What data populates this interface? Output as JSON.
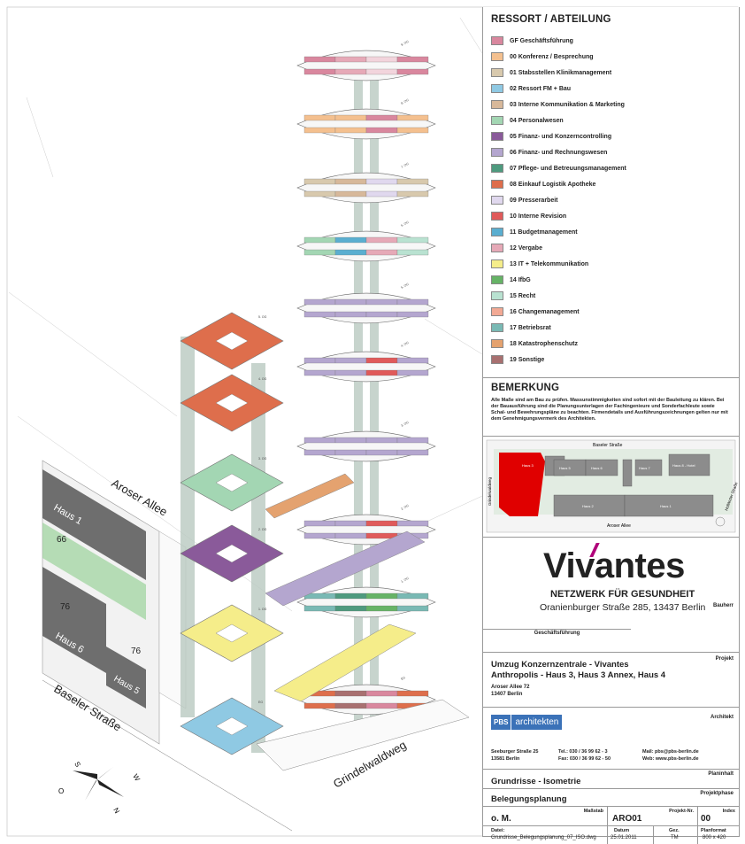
{
  "legend": {
    "title": "RESSORT / ABTEILUNG",
    "items": [
      {
        "label": "GF Geschäftsführung",
        "color": "#d9879e"
      },
      {
        "label": "00 Konferenz / Besprechung",
        "color": "#f4c08f"
      },
      {
        "label": "01 Stabsstellen Klinikmanagement",
        "color": "#d8c9ad"
      },
      {
        "label": "02 Ressort FM + Bau",
        "color": "#8fc9e3"
      },
      {
        "label": "03 Interne Kommunikation & Marketing",
        "color": "#d7b89a"
      },
      {
        "label": "04 Personalwesen",
        "color": "#a3d6b3"
      },
      {
        "label": "05 Finanz- und Konzerncontrolling",
        "color": "#8a5a9a"
      },
      {
        "label": "06 Finanz- und Rechnungswesen",
        "color": "#b4a6cf"
      },
      {
        "label": "07 Pflege- und Betreuungsmanagement",
        "color": "#4e9a7e"
      },
      {
        "label": "08 Einkauf Logistik Apotheke",
        "color": "#de6e4c"
      },
      {
        "label": "09 Presserarbeit",
        "color": "#e0d8ee"
      },
      {
        "label": "10 Interne Revision",
        "color": "#e05a5a"
      },
      {
        "label": "11 Budgetmanagement",
        "color": "#5aaed0"
      },
      {
        "label": "12 Vergabe",
        "color": "#e6a9b7"
      },
      {
        "label": "13 IT + Telekommunikation",
        "color": "#f5ed8a"
      },
      {
        "label": "14 IfbG",
        "color": "#66b366"
      },
      {
        "label": "15 Recht",
        "color": "#b9e2d1"
      },
      {
        "label": "16 Changemanagement",
        "color": "#f2a994"
      },
      {
        "label": "17 Betriebsrat",
        "color": "#79b9b4"
      },
      {
        "label": "18 Katastrophenschutz",
        "color": "#e4a26f"
      },
      {
        "label": "19 Sonstige",
        "color": "#a87070"
      }
    ]
  },
  "remark": {
    "title": "BEMERKUNG",
    "text": "Alle Maße sind am Bau zu prüfen. Massunstimmigkeiten sind sofort mit der Bauleitung zu klären. Bei der Bauausführung sind die Planungsunterlagen der Fachingenieure und Sonderfachleute sowie Schal- und Bewehrungspläne zu beachten. Firmendetails und Ausführungszeichnungen gelten nur mit dem Genehmigungsvermerk des Architekten."
  },
  "siteplan": {
    "street_top": "Baseler Straße",
    "street_bottom": "Aroser Allee",
    "street_left": "Grindelwaldweg",
    "street_right": "Holländer Straße",
    "houses": [
      "Haus 3",
      "Haus 5",
      "Haus 6",
      "Haus 7",
      "Haus 8 - Hotel",
      "Haus 2",
      "Haus 1"
    ]
  },
  "client": {
    "logo": "Vivantes",
    "tagline": "NETZWERK FÜR GESUNDHEIT",
    "address": "Oranienburger Straße 285, 13437 Berlin",
    "role_label": "Bauherr",
    "mgmt_label": "Geschäftsführung"
  },
  "project": {
    "label": "Projekt",
    "line1": "Umzug Konzernzentrale - Vivantes",
    "line2": "Anthropolis - Haus 3, Haus 3 Annex, Haus 4",
    "addr1": "Aroser Allee 72",
    "addr2": "13407 Berlin"
  },
  "architect": {
    "label": "Architekt",
    "logo_box": "PBS",
    "logo_text": "architekten",
    "street": "Seeburger Straße 25",
    "city": "13581 Berlin",
    "tel": "Tel.: 030 / 36 99 62 - 3",
    "fax": "Fax: 030 / 36 99 62 - 50",
    "mail": "Mail: pbs@pbs-berlin.de",
    "web": "Web: www.pbs-berlin.de"
  },
  "plan": {
    "content_label": "Planinhalt",
    "content": "Grundrisse - Isometrie",
    "phase_label": "Projektphase",
    "phase": "Belegungsplanung",
    "scale_label": "Maßstab",
    "scale": "o. M.",
    "project_no_label": "Projekt-Nr.",
    "project_no": "ARO01",
    "index_label": "Index",
    "index": "00",
    "file_label": "Datei:",
    "file": "Grundrisse_Belegungsplanung_07_ISO.dwg",
    "date_label": "Datum",
    "date": "25.01.2011",
    "drawn_label": "Gez.",
    "drawn": "TM",
    "format_label": "Planformat",
    "format": "800 x 420"
  },
  "drawing": {
    "street_aroser": "Aroser Allee",
    "street_baseler": "Baseler Straße",
    "street_grindel": "Grindelwaldweg",
    "haus1": "Haus 1",
    "haus5": "Haus 5",
    "haus6": "Haus 6",
    "n66": "66",
    "n76a": "76",
    "n76b": "76",
    "compass_o": "O",
    "compass_w": "W",
    "compass_n": "N",
    "compass_s": "S"
  },
  "towers": {
    "haus3": [
      {
        "label": "9. OG",
        "colors": [
          "#d9879e",
          "#e6a9b7",
          "#f2d4dc",
          "#d9879e"
        ]
      },
      {
        "label": "8. OG",
        "colors": [
          "#f4c08f",
          "#f4c08f",
          "#d9879e",
          "#f4c08f"
        ]
      },
      {
        "label": "7. OG",
        "colors": [
          "#d8c9ad",
          "#d7b89a",
          "#e0d8ee",
          "#d8c9ad"
        ]
      },
      {
        "label": "6. OG",
        "colors": [
          "#a3d6b3",
          "#5aaed0",
          "#e6a9b7",
          "#b9e2d1"
        ]
      },
      {
        "label": "5. OG",
        "colors": [
          "#b4a6cf",
          "#b4a6cf",
          "#b4a6cf",
          "#b4a6cf"
        ]
      },
      {
        "label": "4. OG",
        "colors": [
          "#b4a6cf",
          "#b4a6cf",
          "#e05a5a",
          "#b4a6cf"
        ]
      },
      {
        "label": "3. OG",
        "colors": [
          "#b4a6cf",
          "#b4a6cf",
          "#b4a6cf",
          "#b4a6cf"
        ]
      },
      {
        "label": "2. OG",
        "colors": [
          "#b4a6cf",
          "#b4a6cf",
          "#e05a5a",
          "#b4a6cf"
        ]
      },
      {
        "label": "1. OG",
        "colors": [
          "#79b9b4",
          "#4e9a7e",
          "#66b366",
          "#79b9b4"
        ]
      },
      {
        "label": "EG",
        "colors": [
          "#de6e4c",
          "#a87070",
          "#d9879e",
          "#de6e4c"
        ]
      }
    ],
    "haus4": [
      {
        "label": "5. OG",
        "color": "#de6e4c"
      },
      {
        "label": "4. OG",
        "color": "#de6e4c"
      },
      {
        "label": "3. OG",
        "color": "#a3d6b3"
      },
      {
        "label": "2. OG",
        "color": "#8a5a9a"
      },
      {
        "label": "1. OG",
        "color": "#f5ed8a"
      },
      {
        "label": "EG",
        "color": "#8fc9e3"
      }
    ]
  }
}
